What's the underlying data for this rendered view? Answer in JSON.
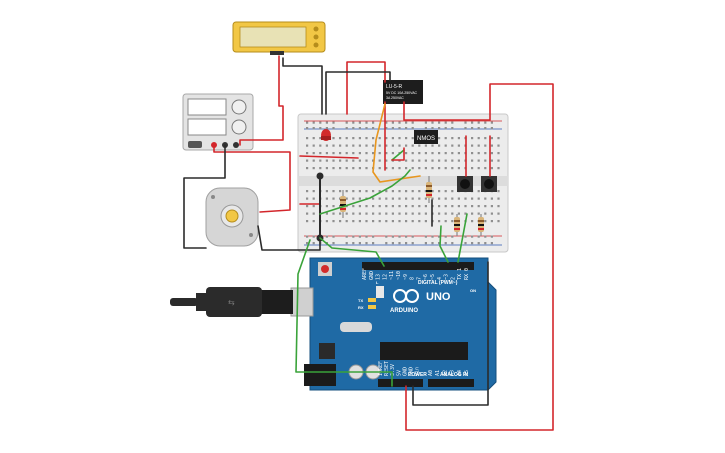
{
  "relay": {
    "line1": "LU-5-R",
    "line2": "5V DC 10A 250VAC",
    "line3": "3A 250VAC"
  },
  "mosfet": {
    "label": "NMOS"
  },
  "arduino": {
    "brand": "ARDUINO",
    "model": "UNO",
    "digital_header": "DIGITAL (PWM~)",
    "power_header": "POWER",
    "analog_header": "ANALOG IN",
    "tx": "TX",
    "rx": "RX",
    "l": "L",
    "on": "ON",
    "digital_pins": [
      "AREF",
      "GND",
      "13",
      "12",
      "~11",
      "~10",
      "~9",
      "8",
      "7",
      "~6",
      "~5",
      "4",
      "~3",
      "2",
      "TX 1",
      "RX 0"
    ],
    "power_pins": [
      "IOREF",
      "RESET",
      "3.3V",
      "5V",
      "GND",
      "GND",
      "Vin"
    ],
    "analog_pins": [
      "A0",
      "A1",
      "A2",
      "A3",
      "A4",
      "A5"
    ]
  },
  "colors": {
    "wire_red": "#d3262b",
    "wire_black": "#2b2b2b",
    "wire_green": "#3aa33a",
    "wire_orange": "#e8961e",
    "board_blue": "#1f6aa5",
    "lcd_yellow": "#f2c745",
    "led_red": "#d22b2b"
  }
}
